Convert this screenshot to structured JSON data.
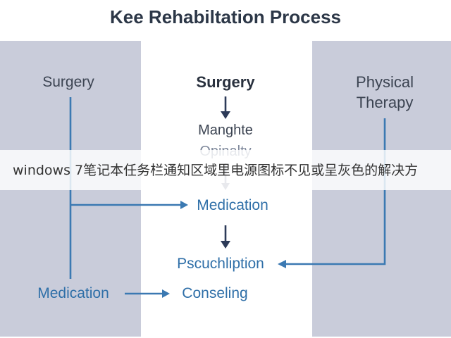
{
  "title": "Kee Rehabiltation Process",
  "lanes": {
    "left": {
      "heading": "Surgery",
      "bottom_label": "Medication"
    },
    "center": {
      "heading": "Surgery",
      "steps": [
        "Manghte",
        "Opinalty",
        "Medication",
        "Pscuchliption"
      ]
    },
    "right": {
      "heading": "Physical Therapy"
    }
  },
  "outcome": {
    "label": "Conseling"
  },
  "banner": {
    "text": "windows 7笔记本任务栏通知区域里电源图标不见或呈灰色的解决方"
  },
  "colors": {
    "panel": "#c9ccda",
    "title": "#2c3747",
    "dark_text": "#3c4452",
    "heading_bold": "#29313e",
    "faded_text": "#7d879a",
    "label_blue": "#2f6fa8",
    "connector_blue": "#3b79b2",
    "arrow_navy": "#2c3a58",
    "banner_text": "#333333"
  }
}
